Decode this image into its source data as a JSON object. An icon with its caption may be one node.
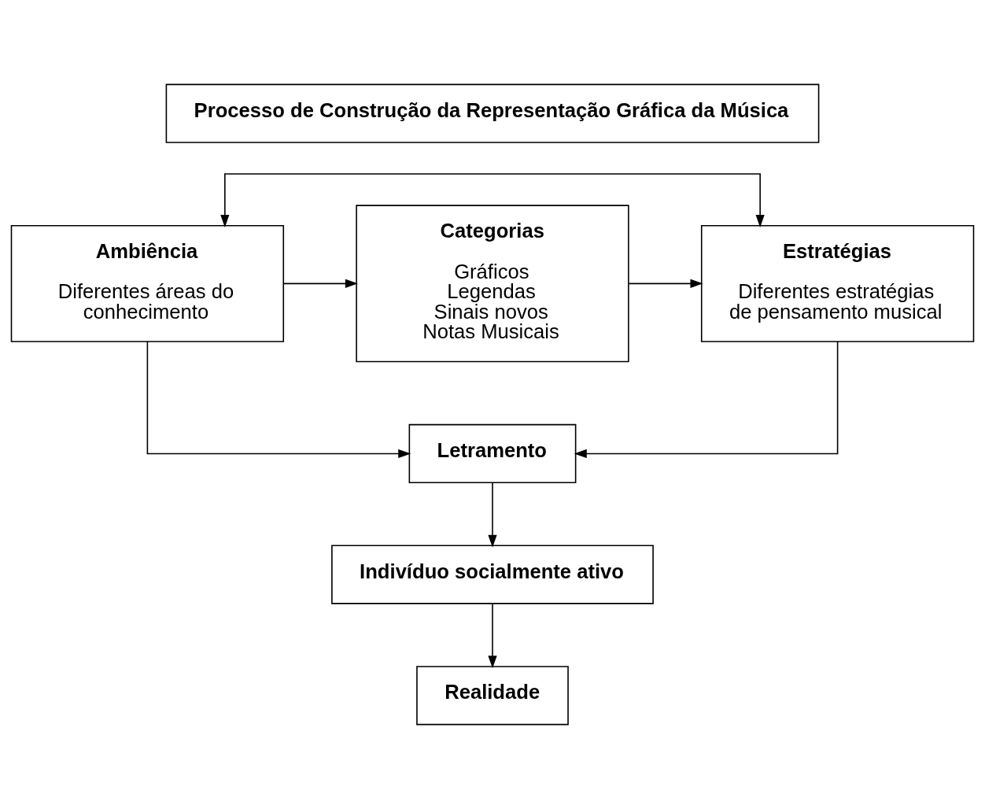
{
  "diagram": {
    "nodes": [
      {
        "text": [
          "Processo de Construção da Representação Gráfica da Música"
        ]
      },
      {
        "text": [
          "Ambiência",
          "Diferentes áreas do conhecimento"
        ]
      },
      {
        "text": [
          "Categorias",
          "Gráficos",
          "Legendas",
          "Sinais novos",
          "Notas Musicais"
        ]
      },
      {
        "text": [
          "Estratégias",
          "Diferentes estratégias de pensamento musical"
        ]
      },
      {
        "text": [
          "Letramento"
        ]
      },
      {
        "text": [
          "Indivíduo socialmente ativo"
        ]
      },
      {
        "text": [
          "Realidade"
        ]
      }
    ],
    "edges": [
      {
        "from": 1,
        "to": 2,
        "arrow": "to"
      },
      {
        "from": 2,
        "to": 3,
        "arrow": "to"
      },
      {
        "from": 1,
        "to": 3,
        "arrow": "both"
      },
      {
        "from": 1,
        "to": 4,
        "arrow": "to"
      },
      {
        "from": 3,
        "to": 4,
        "arrow": "to"
      },
      {
        "from": 4,
        "to": 5,
        "arrow": "to"
      },
      {
        "from": 5,
        "to": 6,
        "arrow": "to"
      }
    ]
  }
}
